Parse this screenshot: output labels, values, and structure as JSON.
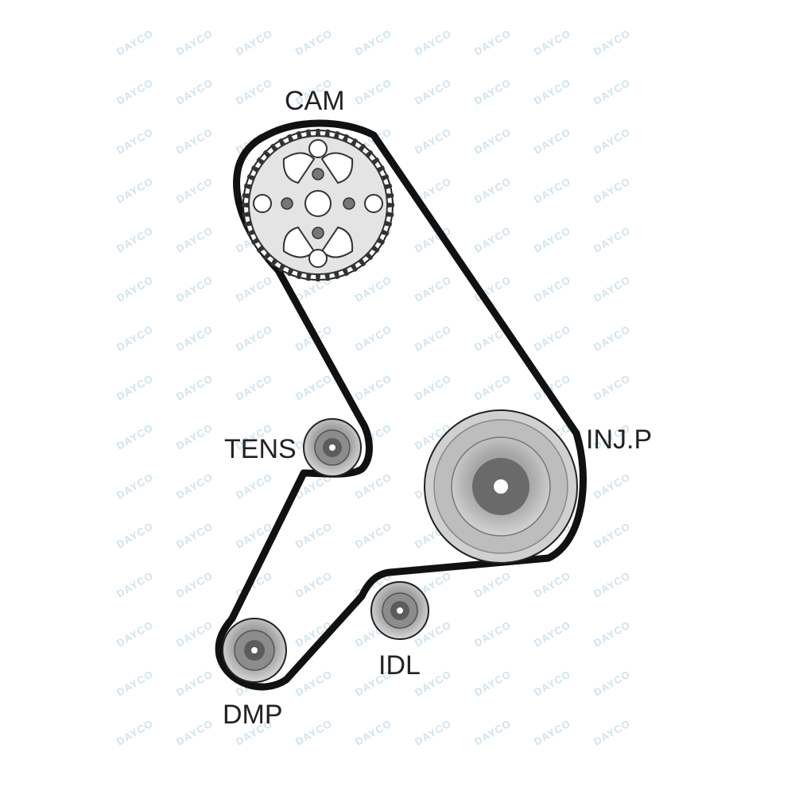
{
  "labels": {
    "cam": "CAM",
    "tensioner": "TENS",
    "injection_pump": "INJ.P",
    "idler": "IDL",
    "damper": "DMP"
  },
  "watermark": {
    "text": "DAYCO",
    "color": "#cfe3ee"
  },
  "colors": {
    "belt": "#111111",
    "pulley_light": "#c9c9c9",
    "pulley_mid": "#9a9a9a",
    "pulley_dark": "#6f6f6f",
    "hub": "#5a5a5a",
    "gear_face": "#e6e6e6"
  }
}
